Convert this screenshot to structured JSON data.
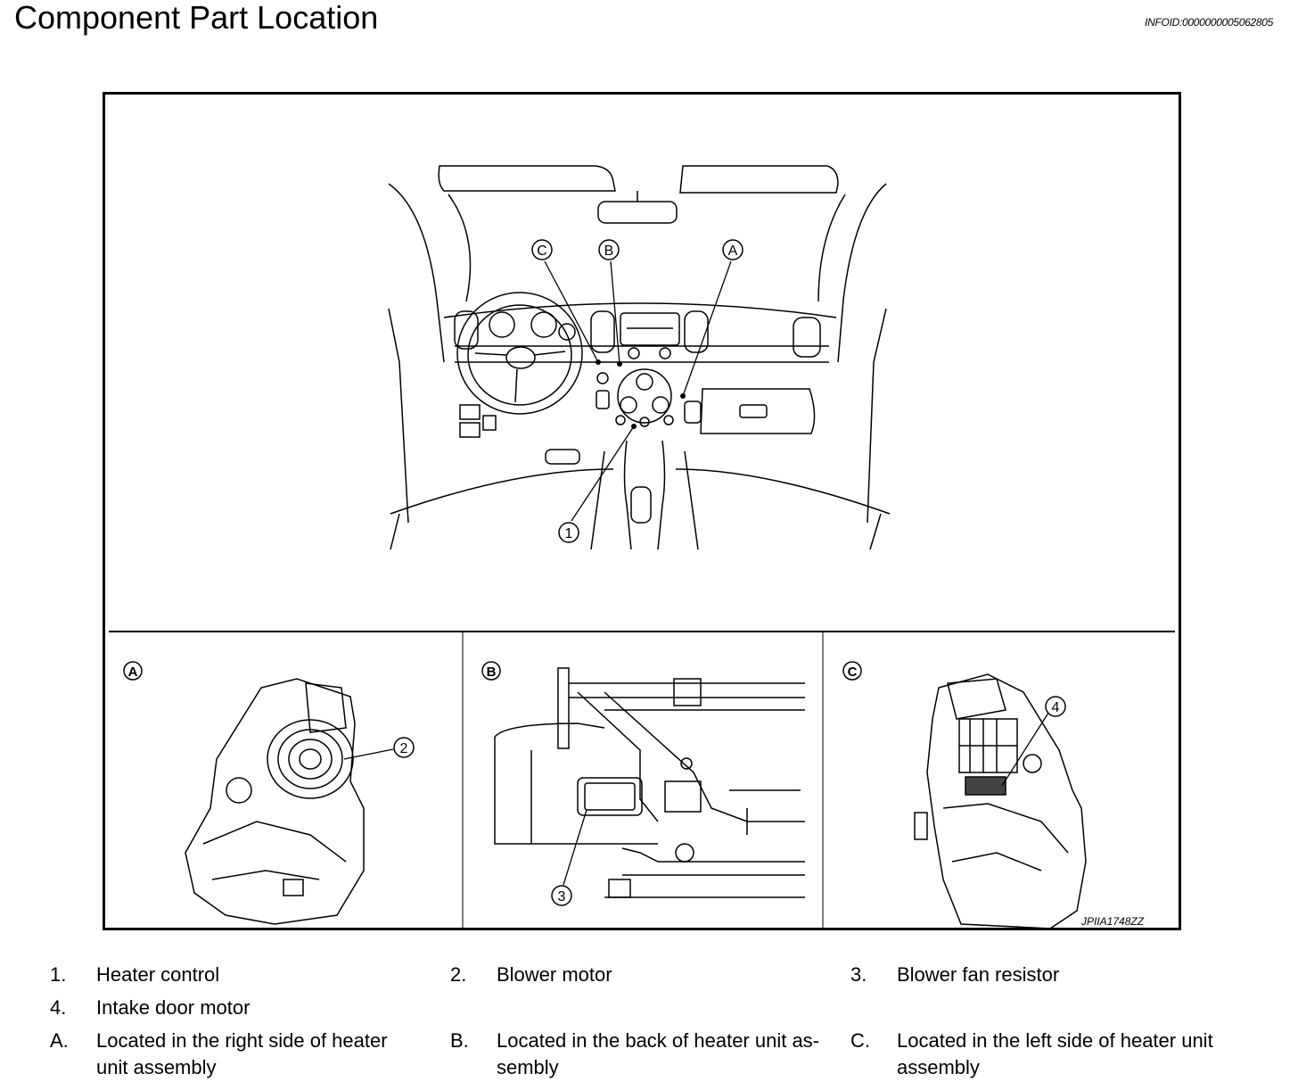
{
  "page": {
    "title": "Component Part Location",
    "info_id": "INFOID:0000000005062805"
  },
  "figure": {
    "code": "JPIIA1748ZZ",
    "callouts": {
      "A": "A",
      "B": "B",
      "C": "C",
      "one": "1",
      "two": "2",
      "three": "3",
      "four": "4"
    }
  },
  "legend": [
    {
      "num": "1.",
      "text": "Heater control"
    },
    {
      "num": "2.",
      "text": "Blower motor"
    },
    {
      "num": "3.",
      "text": "Blower fan resistor"
    },
    {
      "num": "4.",
      "text": "Intake door motor"
    },
    {
      "num": "A.",
      "text": "Located in the right side of heater",
      "text2": "unit assembly"
    },
    {
      "num": "B.",
      "text": "Located in the back of heater unit as-",
      "text2": "sembly"
    },
    {
      "num": "C.",
      "text": "Located in the left side of heater unit",
      "text2": "assembly"
    }
  ]
}
